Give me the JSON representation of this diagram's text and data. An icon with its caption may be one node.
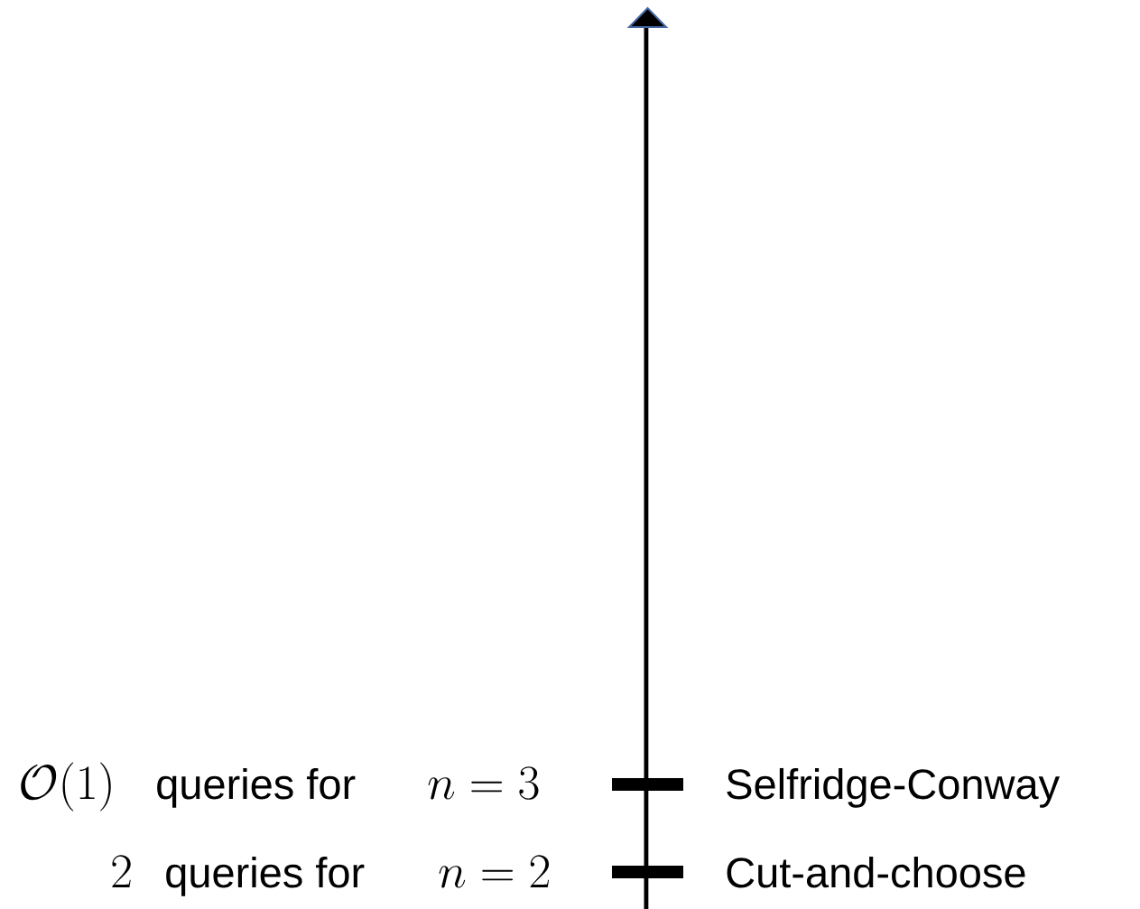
{
  "diagram": {
    "labels": [
      "\\mathcal{O}(1)",
      "queries for",
      "n=3",
      "Selfridge-Conway",
      "2",
      "queries for",
      "n=2",
      "Cut-and-choose"
    ]
  }
}
